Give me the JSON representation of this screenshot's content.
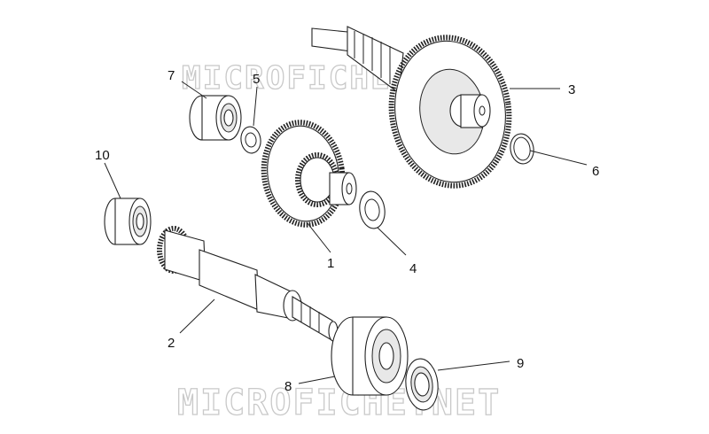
{
  "watermark": {
    "text_top": "MICROFICHE.NET",
    "text_bottom": "MICROFICHE.NET"
  },
  "callouts": [
    {
      "id": "c1",
      "label": "1"
    },
    {
      "id": "c2",
      "label": "2"
    },
    {
      "id": "c3",
      "label": "3"
    },
    {
      "id": "c4",
      "label": "4"
    },
    {
      "id": "c5",
      "label": "5"
    },
    {
      "id": "c6",
      "label": "6"
    },
    {
      "id": "c7",
      "label": "7"
    },
    {
      "id": "c8",
      "label": "8"
    },
    {
      "id": "c9",
      "label": "9"
    },
    {
      "id": "c10",
      "label": "10"
    }
  ]
}
